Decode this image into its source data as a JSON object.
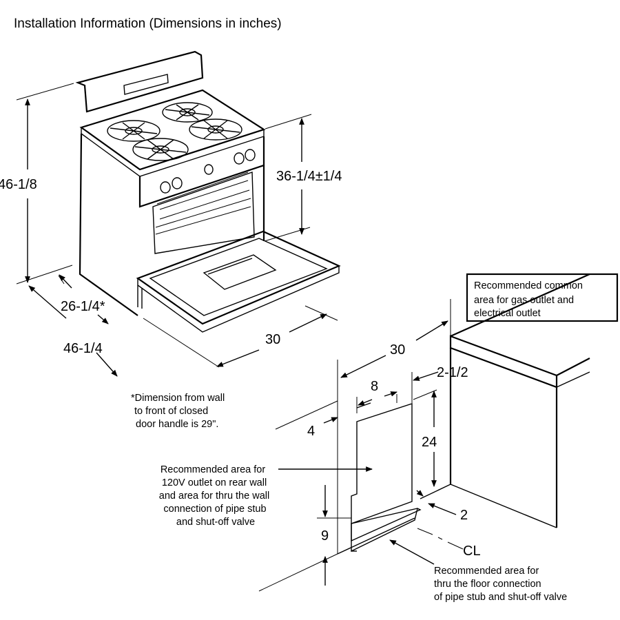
{
  "title": "Installation Information (Dimensions in inches)",
  "range_dims": {
    "overall_height": "46-1/8",
    "cooktop_height": "36-1/4±1/4",
    "depth_closed": "26-1/4*",
    "depth_open": "46-1/4",
    "width": "30"
  },
  "footnote": [
    "*Dimension from wall",
    "to front of closed",
    "door handle is 29\"."
  ],
  "wall_dims": {
    "width": "30",
    "area_width": "8",
    "offset_right": "2-1/2",
    "offset_left": "4",
    "area_height": "24",
    "floor_depth": "2",
    "floor_height": "9",
    "centerline": "CL"
  },
  "labels": {
    "common_area": [
      "Recommended common",
      "area for gas outlet and",
      "electrical outlet"
    ],
    "rear_wall_area": [
      "Recommended area for",
      "120V outlet on rear wall",
      "and area for thru the wall",
      "connection of pipe stub",
      "and shut-off valve"
    ],
    "floor_area": [
      "Recommended area for",
      "thru the floor connection",
      "of pipe stub and shut-off valve"
    ]
  }
}
